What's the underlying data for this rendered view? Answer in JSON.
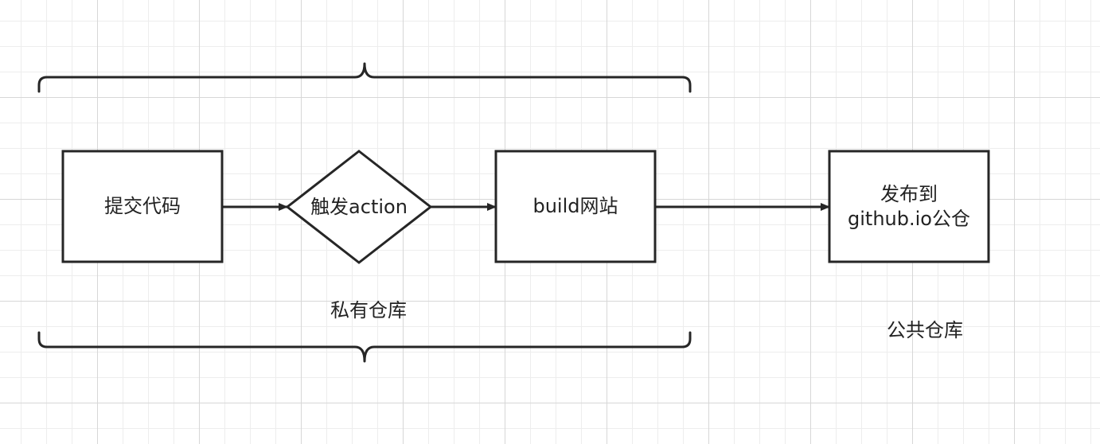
{
  "nodes": {
    "commit": "提交代码",
    "trigger": "触发action",
    "build": "build网站",
    "publish_line1": "发布到",
    "publish_line2": "github.io公仓"
  },
  "groups": {
    "private_repo": "私有仓库",
    "public_repo": "公共仓库"
  },
  "colors": {
    "stroke": "#262626",
    "text": "#222222",
    "grid": "#d7d7d7"
  }
}
